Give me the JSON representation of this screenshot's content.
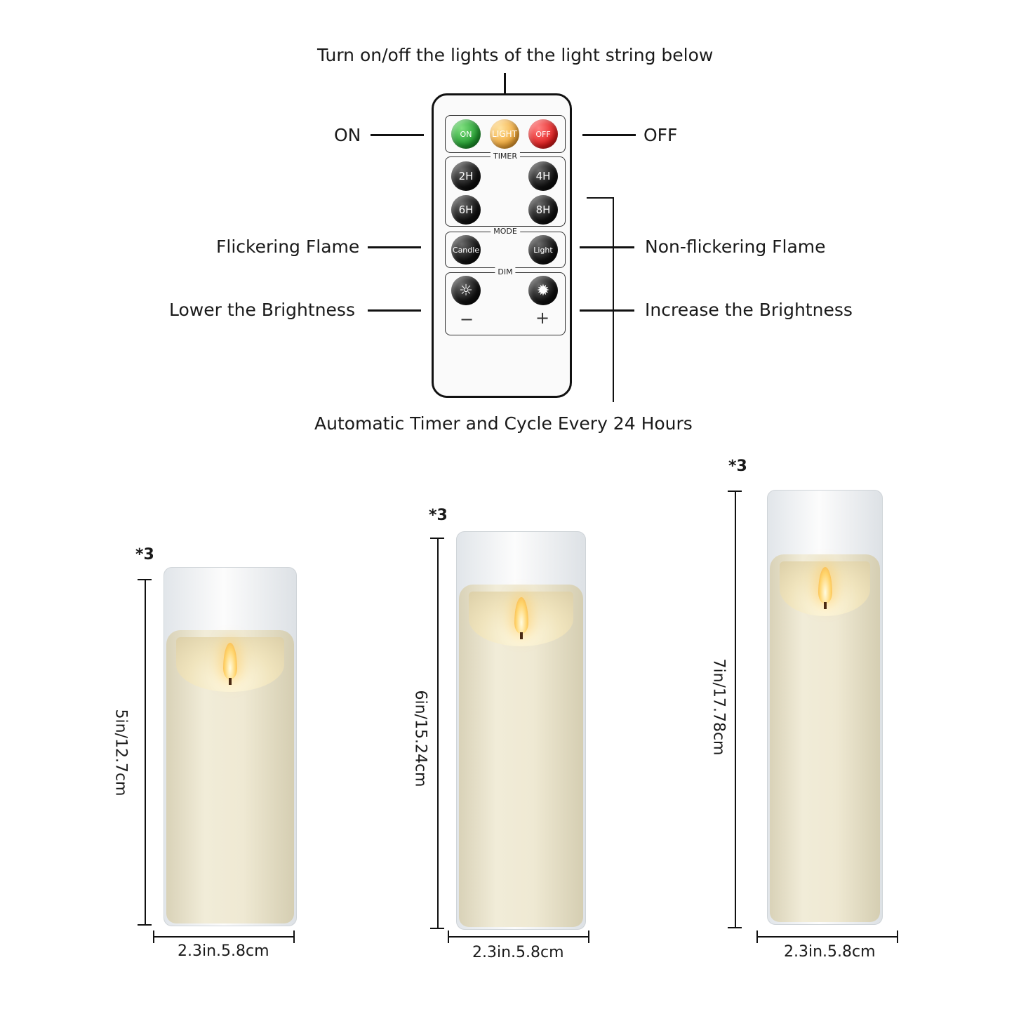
{
  "remote": {
    "top_caption": "Turn on/off the lights of the light string below",
    "bottom_caption": "Automatic Timer and Cycle Every 24 Hours",
    "callouts": {
      "on": "ON",
      "off": "OFF",
      "flicker": "Flickering Flame",
      "non_flicker": "Non-flickering Flame",
      "lower": "Lower the Brightness",
      "increase": "Increase the Brightness"
    },
    "buttons": {
      "on": "ON",
      "light_top": "LIGHT",
      "off": "OFF",
      "timer_title": "TIMER",
      "t2": "2H",
      "t4": "4H",
      "t6": "6H",
      "t8": "8H",
      "mode_title": "MODE",
      "candle": "Candle",
      "light": "Light",
      "dim_title": "DIM",
      "minus": "−",
      "plus": "+"
    },
    "colors": {
      "on": "#1f9a2e",
      "light": "#f0a637",
      "off": "#e11d1d"
    }
  },
  "candles": [
    {
      "quantity": "*3",
      "height_label": "5in/12.7cm",
      "width_label": "2.3in.5.8cm"
    },
    {
      "quantity": "*3",
      "height_label": "6in/15.24cm",
      "width_label": "2.3in.5.8cm"
    },
    {
      "quantity": "*3",
      "height_label": "7in/17.78cm",
      "width_label": "2.3in.5.8cm"
    }
  ]
}
